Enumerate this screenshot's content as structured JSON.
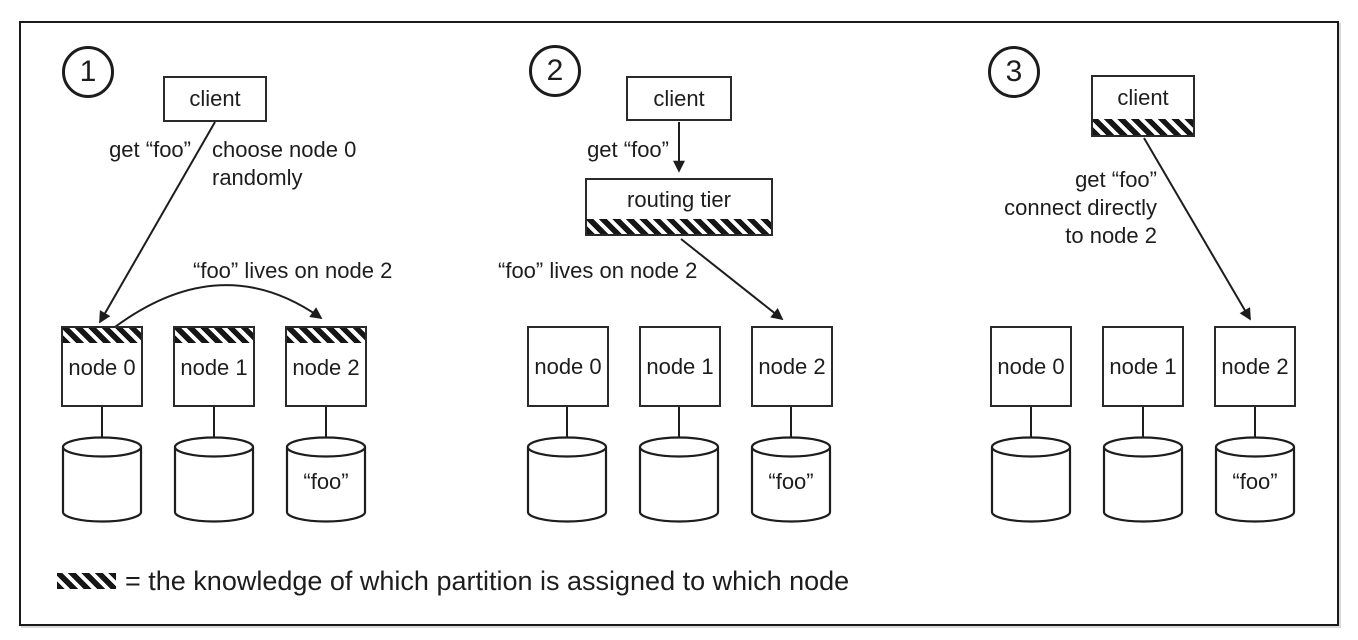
{
  "colors": {
    "ink": "#1d1d1d",
    "paper": "#ffffff"
  },
  "legend": {
    "text": "= the knowledge of which partition is assigned to which node"
  },
  "panels": [
    {
      "number": "1",
      "client": "client",
      "get_foo": "get “foo”",
      "choose_note": "choose node 0\nrandomly",
      "lives_note": "“foo” lives on node 2",
      "nodes": [
        "node 0",
        "node 1",
        "node 2"
      ],
      "foo": "“foo”"
    },
    {
      "number": "2",
      "client": "client",
      "routing": "routing tier",
      "get_foo": "get “foo”",
      "lives_note": "“foo” lives on node 2",
      "nodes": [
        "node 0",
        "node 1",
        "node 2"
      ],
      "foo": "“foo”"
    },
    {
      "number": "3",
      "client": "client",
      "note": "get “foo”\nconnect directly\nto node 2",
      "nodes": [
        "node 0",
        "node 1",
        "node 2"
      ],
      "foo": "“foo”"
    }
  ]
}
